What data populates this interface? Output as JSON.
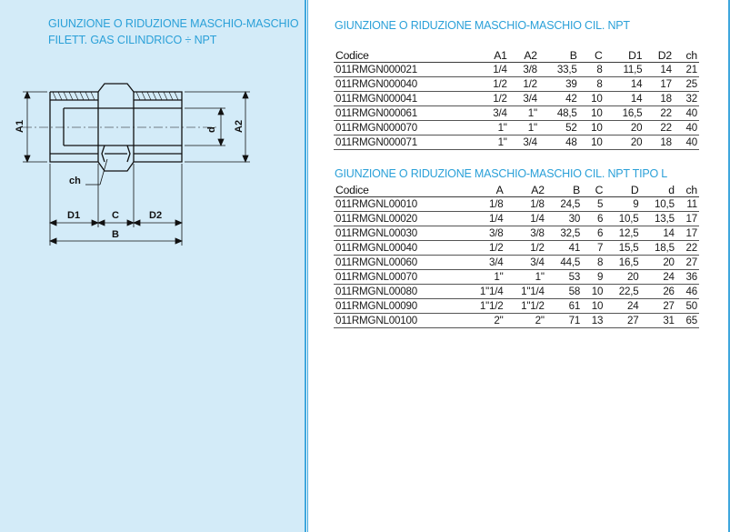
{
  "left": {
    "title_line1": "GIUNZIONE O RIDUZIONE MASCHIO-MASCHIO",
    "title_line2": "FILETT. GAS CILINDRICO ÷ NPT",
    "drawing_labels": {
      "a1": "A1",
      "a2": "A2",
      "d": "d",
      "ch": "ch",
      "d1": "D1",
      "c": "C",
      "d2": "D2",
      "b": "B"
    }
  },
  "table1": {
    "title": "GIUNZIONE O RIDUZIONE MASCHIO-MASCHIO CIL. NPT",
    "headers": [
      "Codice",
      "A1",
      "A2",
      "B",
      "C",
      "D1",
      "D2",
      "ch"
    ],
    "rows": [
      [
        "011RMGN000021",
        "1/4",
        "3/8",
        "33,5",
        "8",
        "11,5",
        "14",
        "21"
      ],
      [
        "011RMGN000040",
        "1/2",
        "1/2",
        "39",
        "8",
        "14",
        "17",
        "25"
      ],
      [
        "011RMGN000041",
        "1/2",
        "3/4",
        "42",
        "10",
        "14",
        "18",
        "32"
      ],
      [
        "011RMGN000061",
        "3/4",
        "1\"",
        "48,5",
        "10",
        "16,5",
        "22",
        "40"
      ],
      [
        "011RMGN000070",
        "1\"",
        "1\"",
        "52",
        "10",
        "20",
        "22",
        "40"
      ],
      [
        "011RMGN000071",
        "1\"",
        "3/4",
        "48",
        "10",
        "20",
        "18",
        "40"
      ]
    ]
  },
  "table2": {
    "title": "GIUNZIONE O RIDUZIONE MASCHIO-MASCHIO CIL. NPT TIPO L",
    "headers": [
      "Codice",
      "A",
      "A2",
      "B",
      "C",
      "D",
      "d",
      "ch"
    ],
    "rows": [
      [
        "011RMGNL00010",
        "1/8",
        "1/8",
        "24,5",
        "5",
        "9",
        "10,5",
        "11"
      ],
      [
        "011RMGNL00020",
        "1/4",
        "1/4",
        "30",
        "6",
        "10,5",
        "13,5",
        "17"
      ],
      [
        "011RMGNL00030",
        "3/8",
        "3/8",
        "32,5",
        "6",
        "12,5",
        "14",
        "17"
      ],
      [
        "011RMGNL00040",
        "1/2",
        "1/2",
        "41",
        "7",
        "15,5",
        "18,5",
        "22"
      ],
      [
        "011RMGNL00060",
        "3/4",
        "3/4",
        "44,5",
        "8",
        "16,5",
        "20",
        "27"
      ],
      [
        "011RMGNL00070",
        "1\"",
        "1\"",
        "53",
        "9",
        "20",
        "24",
        "36"
      ],
      [
        "011RMGNL00080",
        "1\"1/4",
        "1\"1/4",
        "58",
        "10",
        "22,5",
        "26",
        "46"
      ],
      [
        "011RMGNL00090",
        "1\"1/2",
        "1\"1/2",
        "61",
        "10",
        "24",
        "27",
        "50"
      ],
      [
        "011RMGNL00100",
        "2\"",
        "2\"",
        "71",
        "13",
        "27",
        "31",
        "65"
      ]
    ]
  },
  "colors": {
    "accent": "#2aa0d8",
    "panel_bg": "#d3ebf8",
    "border": "#3fa7dd"
  }
}
